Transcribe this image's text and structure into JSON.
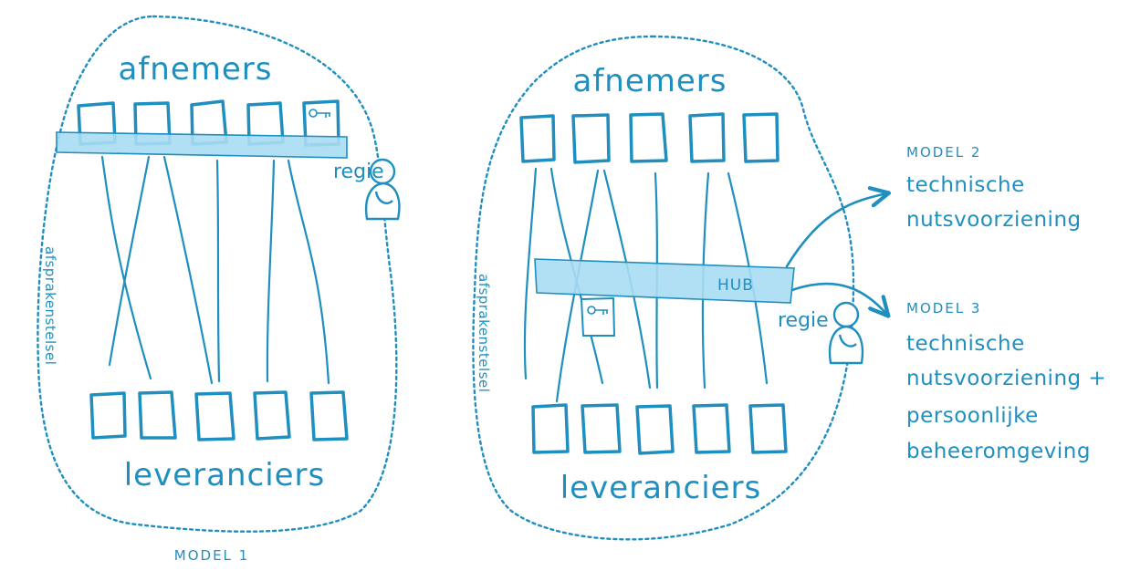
{
  "colors": {
    "ink": "#1f8fbf",
    "band_fill": "#a9dbf2",
    "band_stroke": "#1f8fbf"
  },
  "model1": {
    "top_label": "afnemers",
    "bottom_label": "leveranciers",
    "side_label": "afsprakenstelsel",
    "regie_label": "regie",
    "caption": "MODEL 1",
    "icons": [
      "key-icon",
      "person-icon"
    ]
  },
  "model23": {
    "top_label": "afnemers",
    "bottom_label": "leveranciers",
    "side_label": "afsprakenstelsel",
    "regie_label": "regie",
    "hub_label": "HUB",
    "icons": [
      "key-icon",
      "person-icon"
    ]
  },
  "model2": {
    "title": "MODEL 2",
    "lines": [
      "technische",
      "nutsvoorziening"
    ]
  },
  "model3": {
    "title": "MODEL 3",
    "lines": [
      "technische",
      "nutsvoorziening +",
      "persoonlijke",
      "beheeromgeving"
    ]
  }
}
